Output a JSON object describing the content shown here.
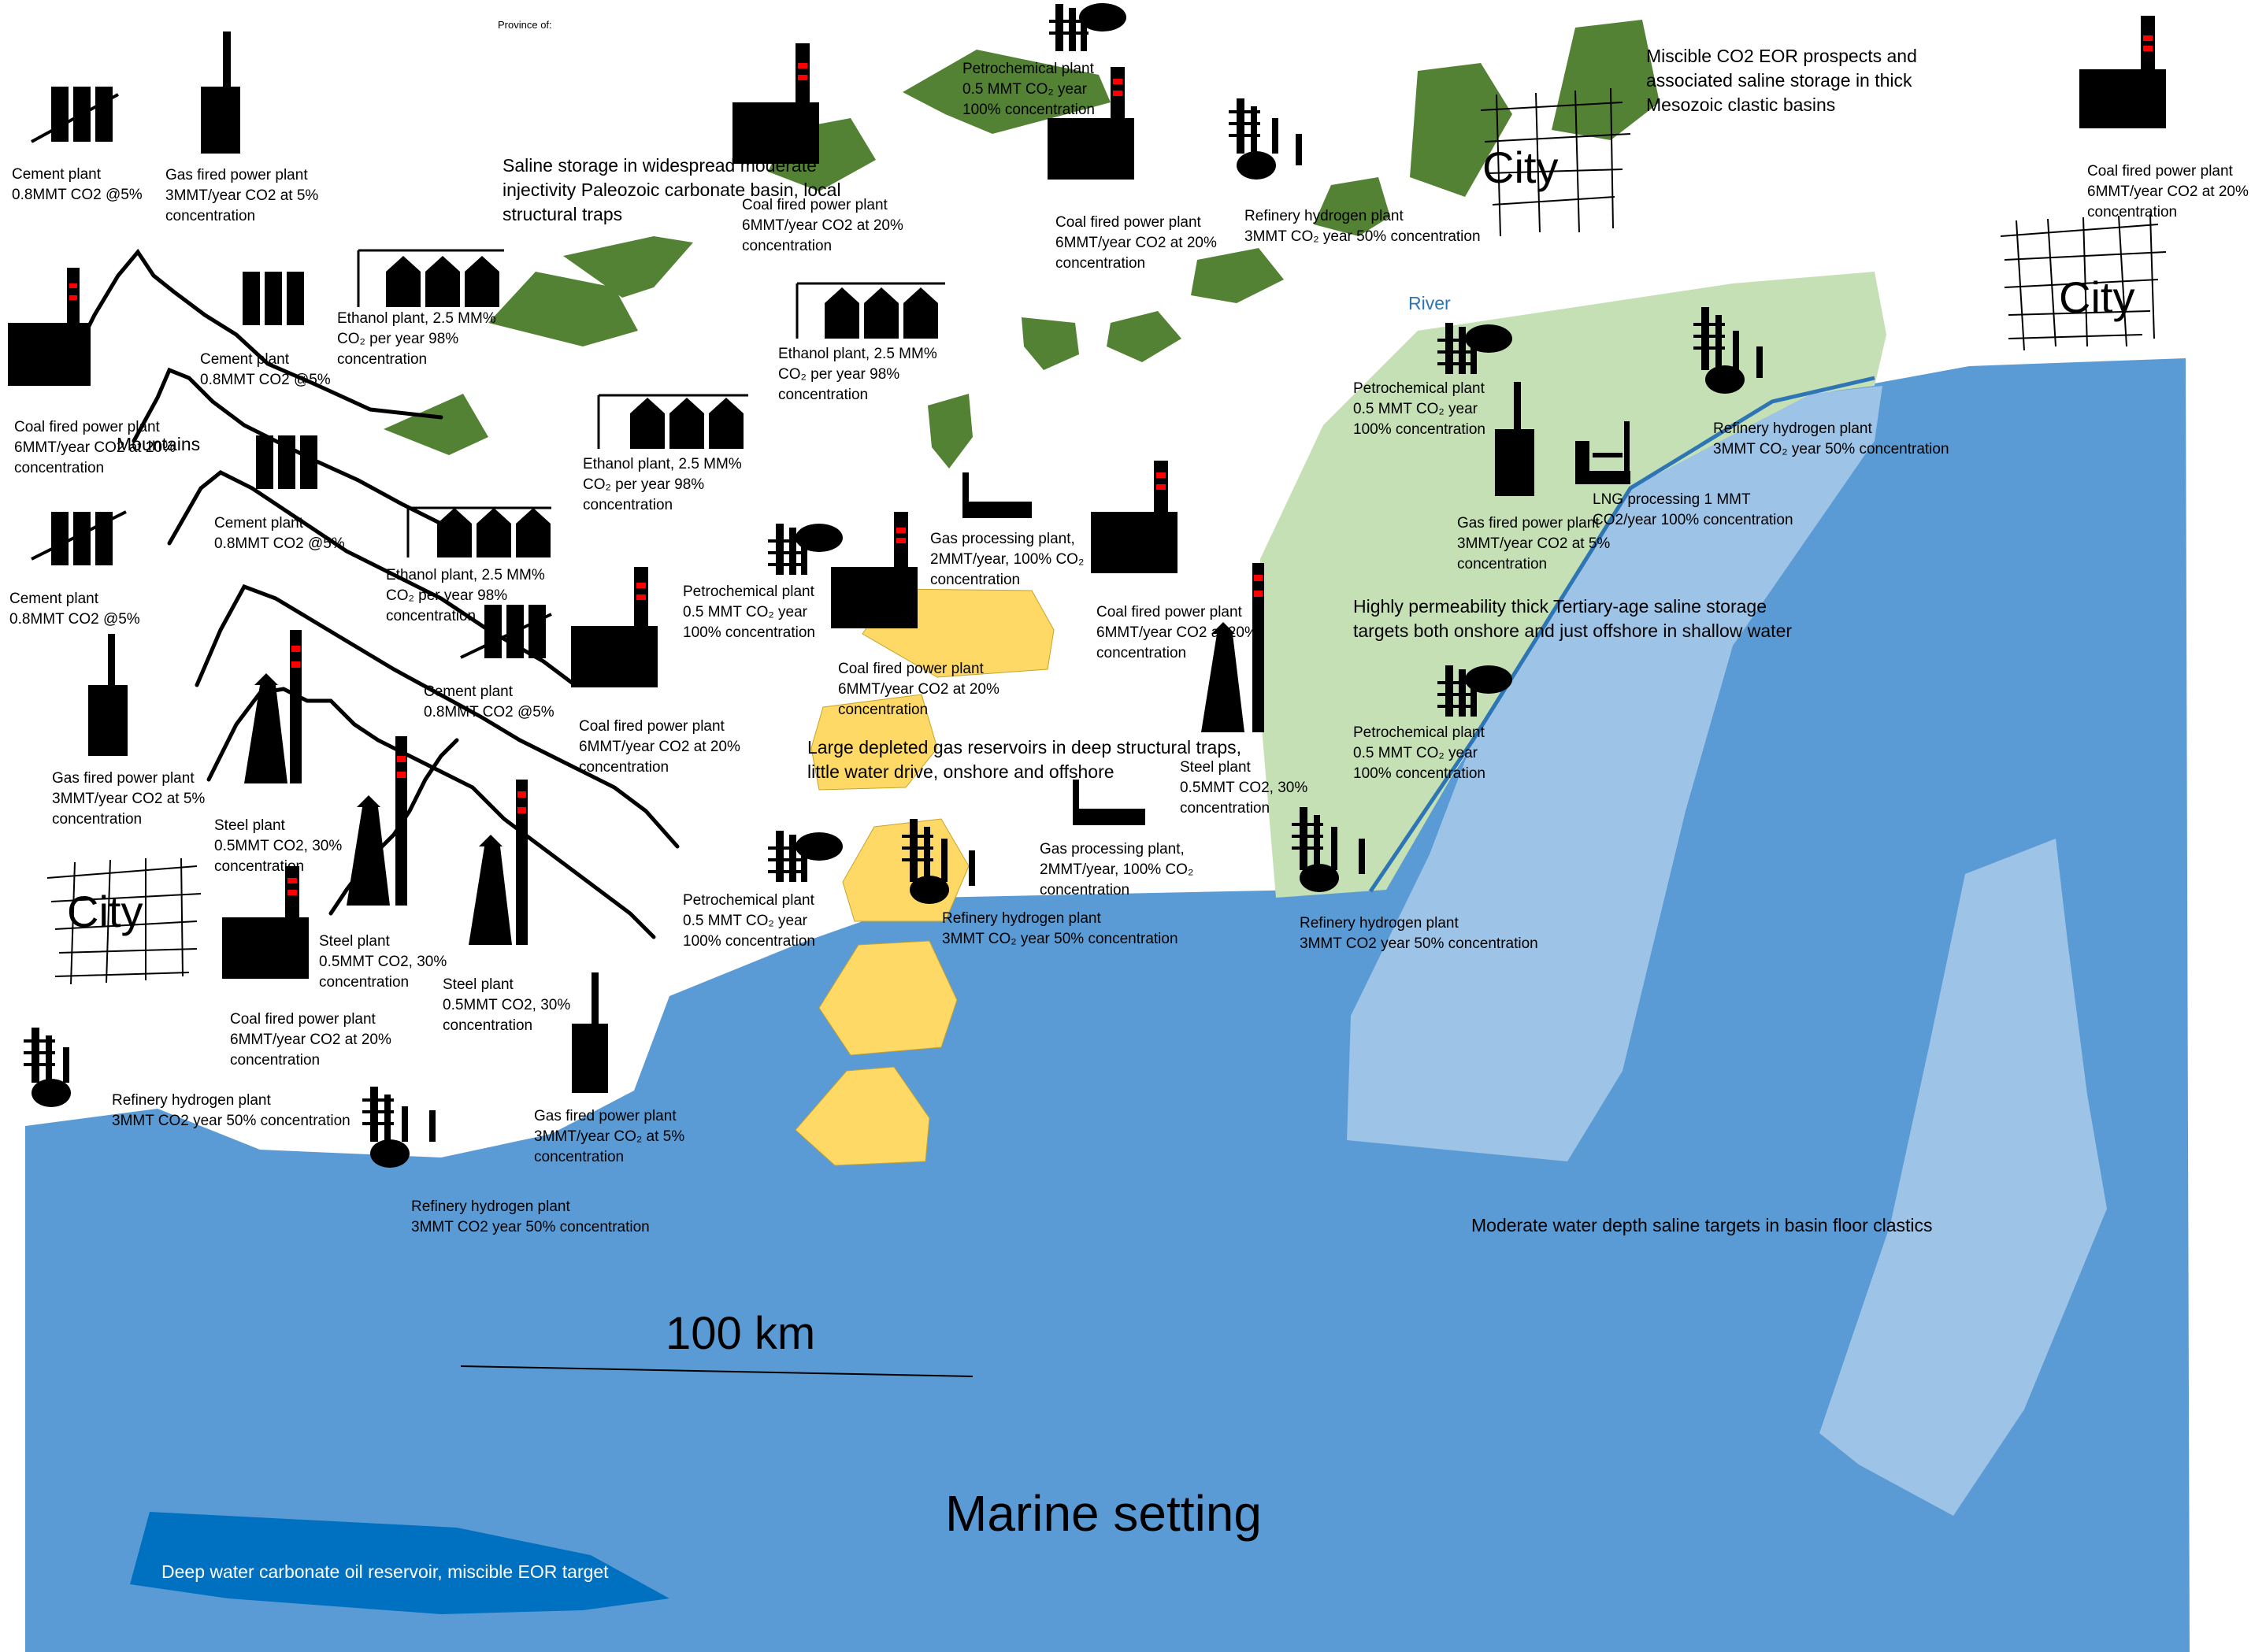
{
  "header": {
    "province_label": "Province of:"
  },
  "regions": {
    "gas_reservoirs": "Large depleted gas reservoirs in deep structural traps,\nlittle water drive, onshore and offshore",
    "saline_paleozoic": "Saline storage in widespread moderate\ninjectivity Paleozoic carbonate basin, local\nstructural traps",
    "miscible_eor": "Miscible CO2 EOR prospects and\nassociated saline storage in thick\nMesozoic clastic basins",
    "tertiary_saline": "Highly permeability thick Tertiary-age saline storage\ntargets both onshore and just offshore in shallow water",
    "moderate_water": "Moderate water depth saline targets in basin floor clastics",
    "deep_water": "Deep water carbonate oil reservoir, miscible EOR target",
    "marine": "Marine setting",
    "mountains": "Mountains",
    "river": "River",
    "scale": "100 km"
  },
  "cities": [
    "City",
    "City",
    "City"
  ],
  "facilities": [
    {
      "kind": "cement",
      "text": "Cement plant\n0.8MMT CO2 @5%"
    },
    {
      "kind": "gas_power",
      "text": "Gas fired power plant\n3MMT/year CO2 at 5%\nconcentration"
    },
    {
      "kind": "cement",
      "text": "Cement plant\n0.8MMT CO2 @5%"
    },
    {
      "kind": "coal_power",
      "text": "Coal fired power plant\n6MMT/year CO2 at 20%\nconcentration"
    },
    {
      "kind": "ethanol",
      "text": "Ethanol plant, 2.5 MM%\nCO₂ per year 98%\nconcentration"
    },
    {
      "kind": "cement",
      "text": "Cement plant\n0.8MMT CO2 @5%"
    },
    {
      "kind": "cement",
      "text": "Cement plant\n0.8MMT CO2 @5%"
    },
    {
      "kind": "ethanol",
      "text": "Ethanol plant, 2.5 MM%\nCO₂ per year 98%\nconcentration"
    },
    {
      "kind": "ethanol",
      "text": "Ethanol plant, 2.5 MM%\nCO₂ per year 98%\nconcentration"
    },
    {
      "kind": "cement",
      "text": "Cement plant\n0.8MMT CO2 @5%"
    },
    {
      "kind": "gas_power",
      "text": "Gas fired power plant\n3MMT/year CO2 at 5%\nconcentration"
    },
    {
      "kind": "steel",
      "text": "Steel plant\n0.5MMT CO2, 30%\nconcentration"
    },
    {
      "kind": "coal_power",
      "text": "Coal fired power plant\n6MMT/year CO2 at 20%\nconcentration"
    },
    {
      "kind": "steel",
      "text": "Steel plant\n0.5MMT CO2, 30%\nconcentration"
    },
    {
      "kind": "steel",
      "text": "Steel plant\n0.5MMT CO2, 30%\nconcentration"
    },
    {
      "kind": "coal_power",
      "text": "Coal fired power plant\n6MMT/year CO2 at 20%\nconcentration"
    },
    {
      "kind": "refinery",
      "text": "Refinery hydrogen plant\n3MMT CO2 year 50% concentration"
    },
    {
      "kind": "refinery",
      "text": "Refinery hydrogen plant\n3MMT CO2 year 50% concentration"
    },
    {
      "kind": "gas_power",
      "text": "Gas fired power plant\n3MMT/year CO₂ at 5%\nconcentration"
    },
    {
      "kind": "coal_power",
      "text": "Coal fired power plant\n6MMT/year CO2 at 20%\nconcentration"
    },
    {
      "kind": "petrochemical",
      "text": "Petrochemical plant\n0.5 MMT CO₂ year\n100% concentration"
    },
    {
      "kind": "coal_power",
      "text": "Coal fired power plant\n6MMT/year CO2 at 20%\nconcentration"
    },
    {
      "kind": "ethanol",
      "text": "Ethanol plant, 2.5 MM%\nCO₂ per year 98%\nconcentration"
    },
    {
      "kind": "petrochemical",
      "text": "Petrochemical plant\n0.5 MMT CO₂ year\n100% concentration"
    },
    {
      "kind": "gas_processing",
      "text": "Gas processing plant,\n2MMT/year, 100% CO₂\nconcentration"
    },
    {
      "kind": "coal_power",
      "text": "Coal fired power plant\n6MMT/year CO2 at 20%\nconcentration"
    },
    {
      "kind": "petrochemical",
      "text": "Petrochemical plant\n0.5 MMT CO₂ year\n100% concentration"
    },
    {
      "kind": "gas_processing",
      "text": "Gas processing plant,\n2MMT/year, 100% CO₂\nconcentration"
    },
    {
      "kind": "refinery",
      "text": "Refinery hydrogen plant\n3MMT CO₂ year 50% concentration"
    },
    {
      "kind": "coal_power",
      "text": "Coal fired power plant\n6MMT/year CO2 at 20%\nconcentration"
    },
    {
      "kind": "refinery",
      "text": "Refinery hydrogen plant\n3MMT CO₂ year 50% concentration"
    },
    {
      "kind": "coal_power",
      "text": "Coal fired power plant\n6MMT/year CO2 at 20%\nconcentration"
    },
    {
      "kind": "steel",
      "text": "Steel plant\n0.5MMT CO2, 30%\nconcentration"
    },
    {
      "kind": "refinery",
      "text": "Refinery hydrogen plant\n3MMT CO2 year 50% concentration"
    },
    {
      "kind": "petrochemical",
      "text": "Petrochemical plant\n0.5 MMT CO₂ year\n100% concentration"
    },
    {
      "kind": "gas_power",
      "text": "Gas fired power plant\n3MMT/year CO2 at 5%\nconcentration"
    },
    {
      "kind": "lng",
      "text": "LNG processing 1 MMT\nCO2/year  100% concentration"
    },
    {
      "kind": "refinery",
      "text": "Refinery hydrogen plant\n3MMT CO₂ year 50% concentration"
    },
    {
      "kind": "petrochemical",
      "text": "Petrochemical plant\n0.5 MMT CO₂ year\n100% concentration"
    }
  ],
  "colors": {
    "sea": "#5b9bd5",
    "light_sea": "#9dc3e6",
    "land_green": "#c5e0b4",
    "saline_green": "#548235",
    "gas_yellow": "#ffd966",
    "deep_water": "#0070c0",
    "river": "#0070c0",
    "flame_red": "#ff0000"
  }
}
